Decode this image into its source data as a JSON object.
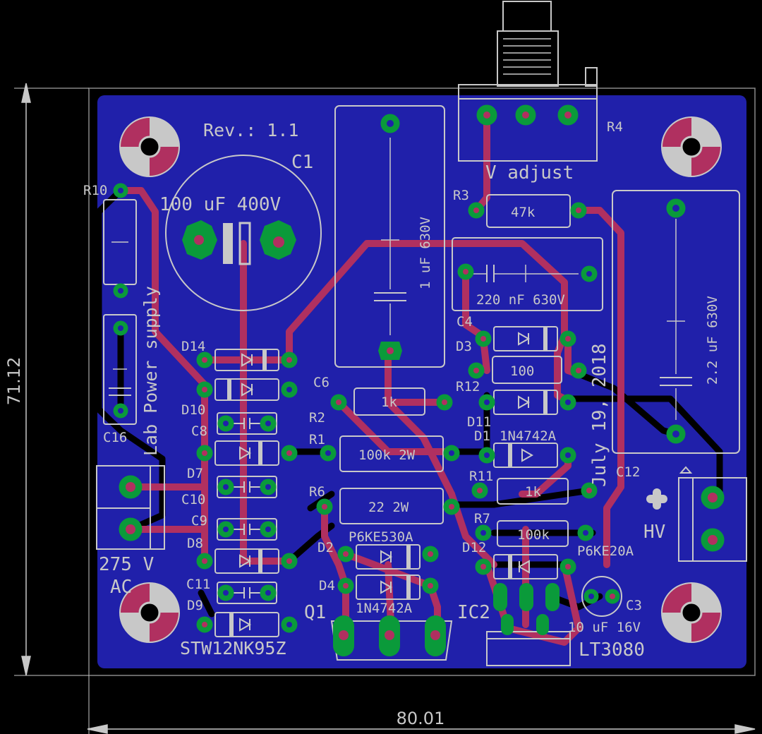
{
  "board": {
    "revision": "Rev.: 1.1",
    "date": "July 19, 2018",
    "name": "Lab Power supply",
    "input_label": "275 V",
    "input_sub": "AC",
    "output_label": "HV"
  },
  "dimensions": {
    "width": "80.01",
    "height": "71.12"
  },
  "components": {
    "c1": {
      "ref": "C1",
      "value": "100 uF 400V"
    },
    "c1b": {
      "value": "1 uF 630V"
    },
    "c2": {
      "value": "220 nF 630V"
    },
    "c5": {
      "value": "2.2 uF 630V"
    },
    "r4": {
      "ref": "R4",
      "value": "V adjust"
    },
    "r3": {
      "ref": "R3",
      "value": "47k"
    },
    "r10": {
      "ref": "R10"
    },
    "r12": {
      "ref": "R12",
      "value": "100"
    },
    "r2": {
      "ref": "R2",
      "value": "1k"
    },
    "r1": {
      "ref": "R1",
      "value": "100k 2W"
    },
    "r6": {
      "ref": "R6",
      "value": "22 2W"
    },
    "r11": {
      "ref": "R11",
      "value": "1k"
    },
    "r7": {
      "ref": "R7",
      "value": "100k"
    },
    "c4": {
      "ref": "C4"
    },
    "c6": {
      "ref": "C6"
    },
    "c8": {
      "ref": "C8"
    },
    "c9": {
      "ref": "C9"
    },
    "c10": {
      "ref": "C10"
    },
    "c11": {
      "ref": "C11"
    },
    "c12": {
      "ref": "C12"
    },
    "c16": {
      "ref": "C16"
    },
    "c3": {
      "ref": "C3",
      "value": "10 uF 16V"
    },
    "d1": {
      "ref": "D1",
      "value": "1N4742A"
    },
    "d2": {
      "ref": "D2",
      "value": "P6KE530A"
    },
    "d3": {
      "ref": "D3"
    },
    "d4": {
      "ref": "D4",
      "value": "1N4742A"
    },
    "d7": {
      "ref": "D7"
    },
    "d8": {
      "ref": "D8"
    },
    "d9": {
      "ref": "D9"
    },
    "d10": {
      "ref": "D10"
    },
    "d11": {
      "ref": "D11"
    },
    "d12": {
      "ref": "D12",
      "value": "P6KE20A"
    },
    "d14": {
      "ref": "D14"
    },
    "q1": {
      "ref": "Q1",
      "value": "STW12NK95Z"
    },
    "ic2": {
      "ref": "IC2",
      "value": "LT3080"
    }
  },
  "colors": {
    "board": "#2020aa",
    "copper": "#b03060",
    "pad": "#0a9a3a",
    "silk": "#c8c8c8"
  }
}
